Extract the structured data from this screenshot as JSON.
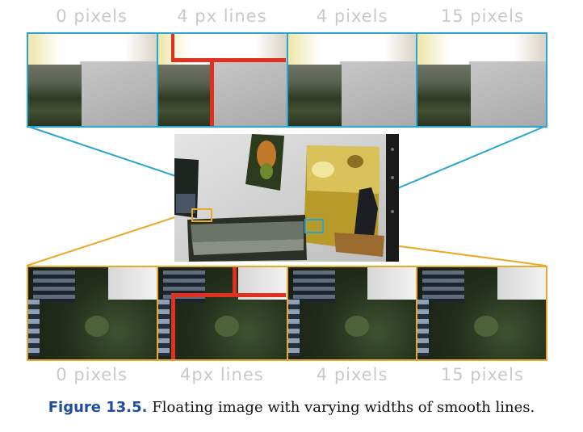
{
  "panel_labels": {
    "top": [
      "0 pixels",
      "4 px lines",
      "4 pixels",
      "15 pixels"
    ],
    "bottom": [
      "0 pixels",
      "4px lines",
      "4 pixels",
      "15 pixels"
    ]
  },
  "caption": {
    "label": "Figure 13.5.",
    "text": "Floating image with varying widths of smooth lines."
  },
  "colors": {
    "top_zoom_outline": "#2aa6d0",
    "bottom_zoom_outline": "#e9aa2b",
    "smooth_line_highlight": "#e0301f",
    "caption_label": "#1f4ea0"
  }
}
